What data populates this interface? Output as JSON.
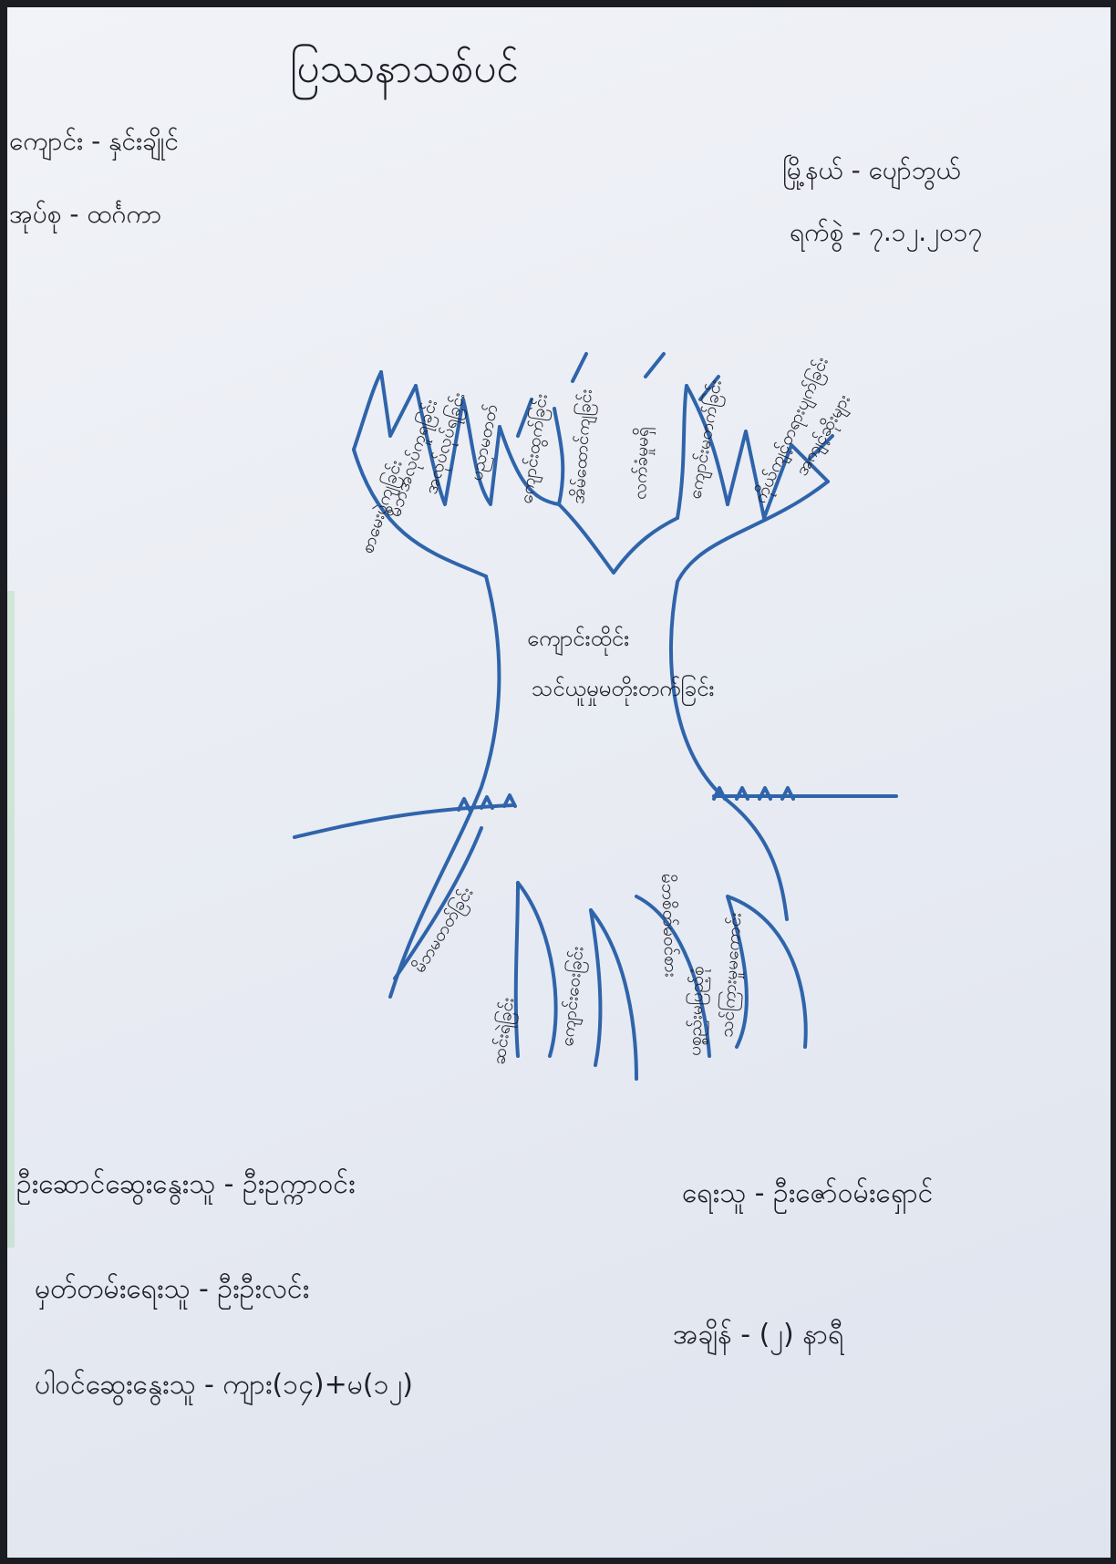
{
  "title": "ပြဿနာသစ်ပင်",
  "header": {
    "school": "ကျောင်း - နှင်းချိုင်",
    "subject": "အုပ်စု - ထင်္ဂကာ",
    "township": "မြို့နယ် - ပျော်ဘွယ်",
    "date": "ရက်စွဲ - ၇.၁၂.၂၀၁၇"
  },
  "trunk": {
    "line1": "ကျောင်းထိုင်း",
    "line2": "သင်ယူမှုမတိုးတက်ခြင်း"
  },
  "branches": [
    "စာမေးပွဲကျခြင်း",
    "မိဘအလုပ်ကူရခြင်း",
    "အလုပ်လုပ်ရခြင်း",
    "ပညာမတတ်",
    "ကျောင်းထွက်ခြင်း",
    "အိမ်ထောင်ကျခြင်း",
    "လက်ခံမှုမရှိ",
    "ကျောင်းမတက်ခြင်း",
    "ကိုယ်ကျင့်တရားပျက်ခြင်း",
    "အကျင့်ဆိုးများ"
  ],
  "roots": [
    "မိဘမတတ်ခြင်း",
    "ဆင်းရဲခြင်း",
    "ကျောင်းဝေးခြင်း",
    "မိဘစိတ်မဝင်စား",
    "ပစ္စည်းမပြည့်စုံ",
    "သင်ကြားမှုမကောင်း"
  ],
  "footer": {
    "facilitator": "ဦးဆောင်ဆွေးနွေးသူ - ဦးဥက္ကာဝင်း",
    "recorder": "ရေးသူ - ဦးဇော်ဝမ်းရှောင်",
    "note_taker": "မှတ်တမ်းရေးသူ - ဦးဦးလင်း",
    "participants": "ပါဝင်ဆွေးနွေးသူ - ကျား(၁၄)+မ(၁၂)",
    "time": "အချိန် - (၂) နာရီ"
  }
}
